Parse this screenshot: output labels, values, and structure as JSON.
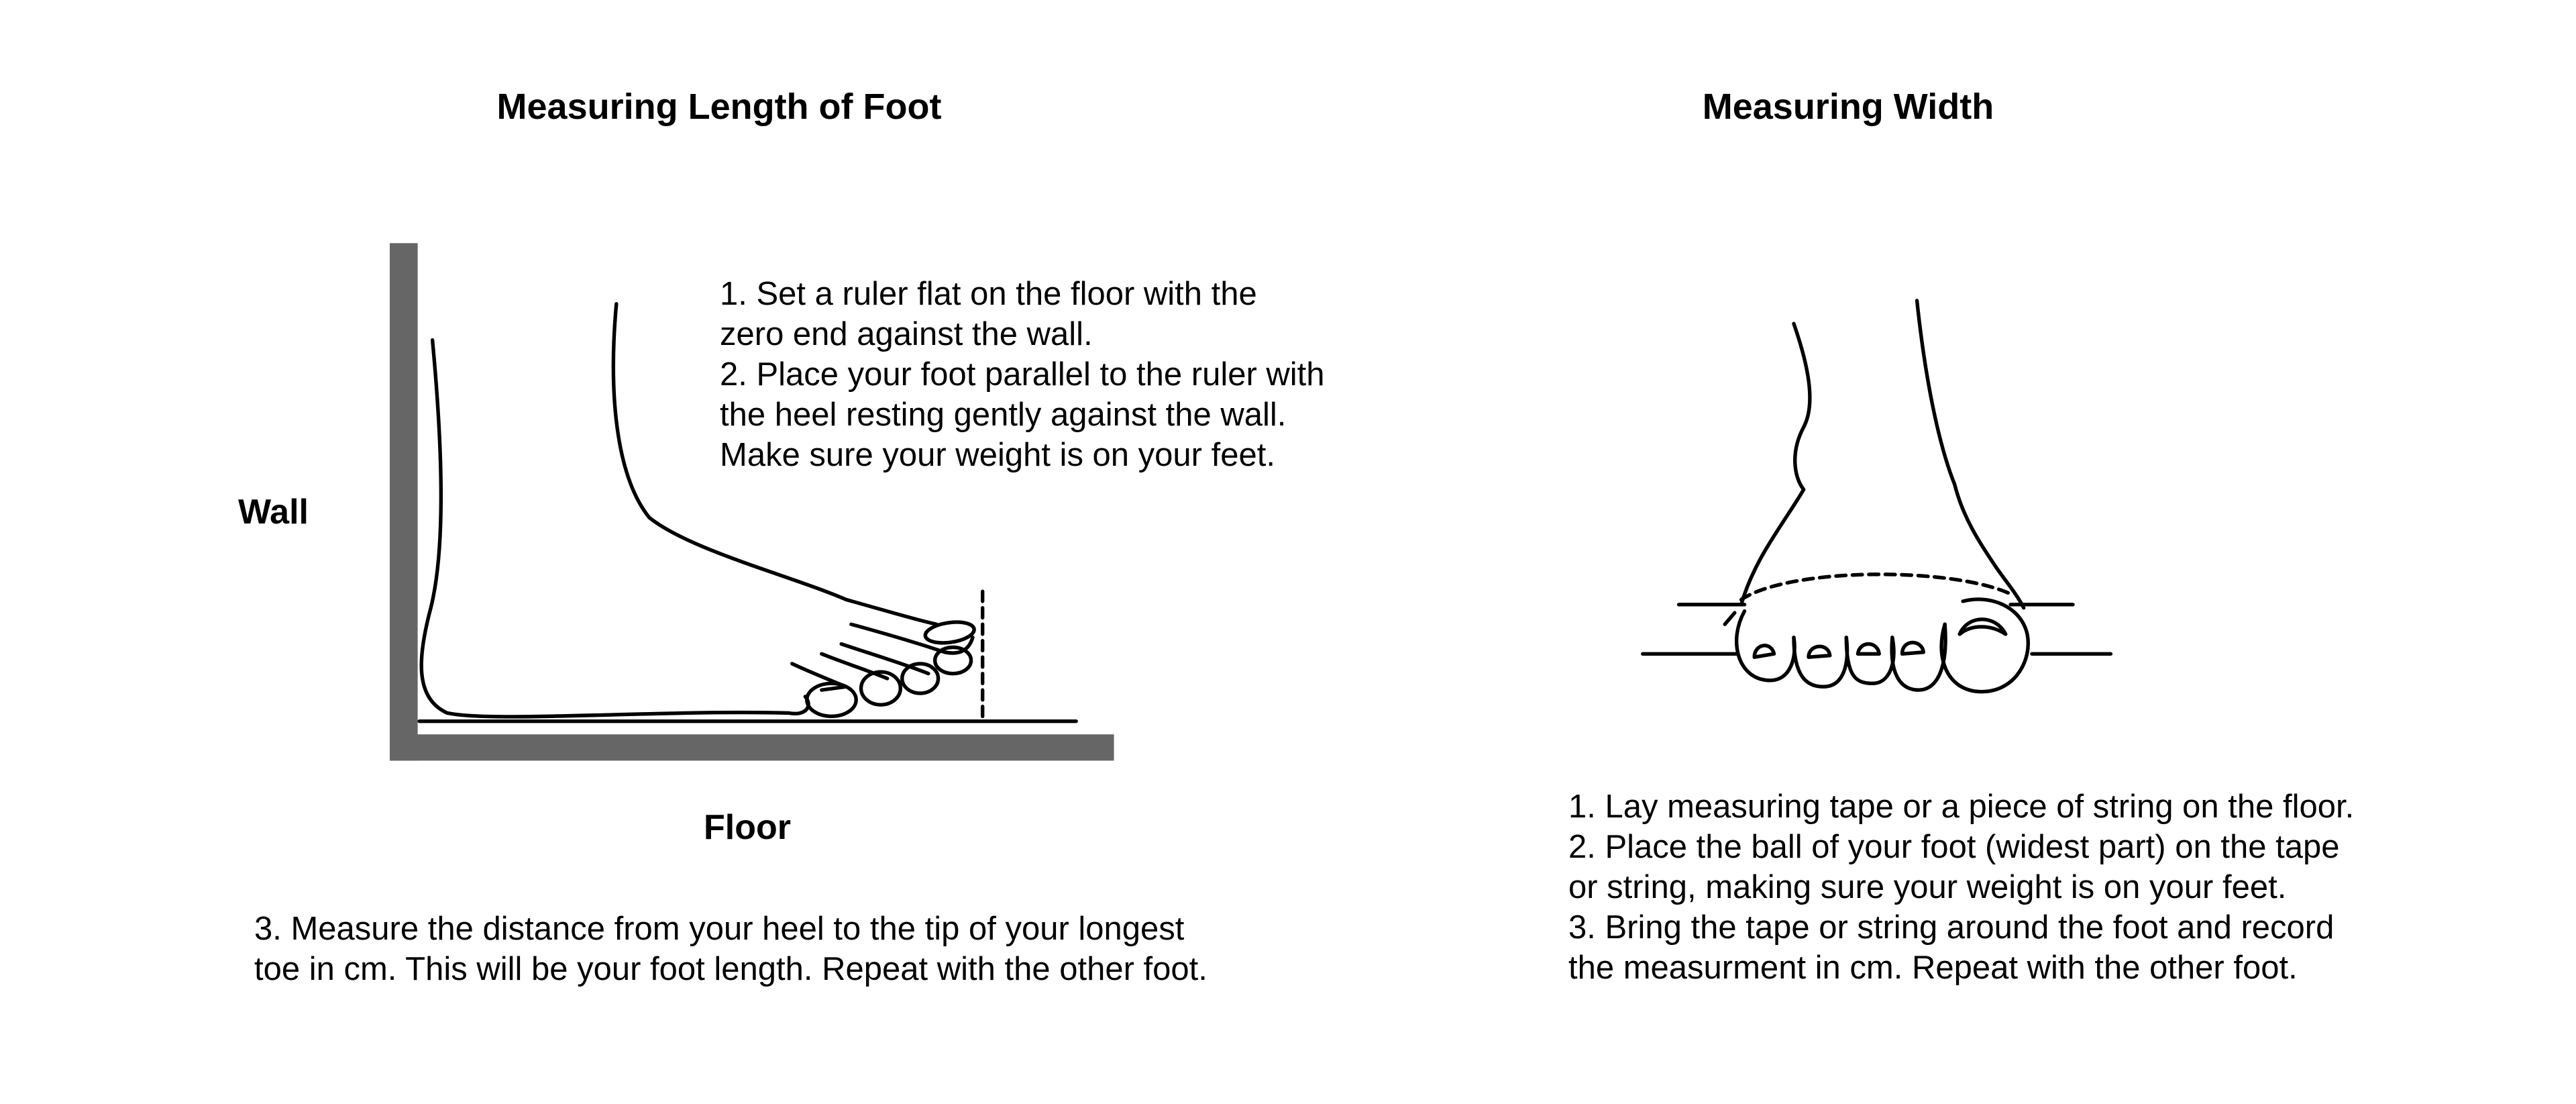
{
  "length_section": {
    "title": "Measuring Length of Foot",
    "wall_label": "Wall",
    "floor_label": "Floor",
    "steps_top": [
      "1. Set a ruler flat on the floor with the",
      "zero end against the wall.",
      "2. Place your foot parallel to the ruler with",
      "the heel resting gently against the wall.",
      "Make sure your weight is on your feet."
    ],
    "steps_bottom": [
      "3. Measure the distance from your heel to the tip of your longest",
      "toe in cm. This will be your foot length. Repeat with the other foot."
    ]
  },
  "width_section": {
    "title": "Measuring Width",
    "steps": [
      "1. Lay measuring tape or a piece of string on the floor.",
      "2. Place the ball of your foot (widest part) on the tape",
      "or string, making sure your weight is on your feet.",
      "3. Bring the tape or string around the foot and record",
      "the measurment in cm. Repeat with the other foot."
    ]
  },
  "colors": {
    "wall": "#666666",
    "ink": "#000000"
  }
}
